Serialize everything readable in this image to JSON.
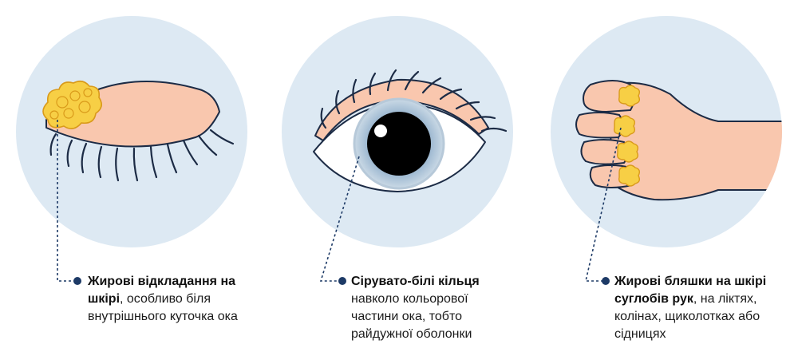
{
  "colors": {
    "circle_bg": "#dde9f3",
    "skin": "#f9c7ae",
    "outline": "#1c2b45",
    "deposit": "#f7cf45",
    "deposit_outline": "#d99a1a",
    "leader": "#1d3a66",
    "iris_ring": "#c9d8e5",
    "pupil": "#000000",
    "text": "#1b1b1b"
  },
  "panels": [
    {
      "icon": "eyelid-xanthelasma-icon",
      "bold": "Жирові відкладання на шкірі",
      "rest": ", особливо біля внутрішнього куточка ока"
    },
    {
      "icon": "eye-corneal-arcus-icon",
      "bold": "Сірувато-білі кільця",
      "rest": " навколо кольорової частини ока, тобто райдужної оболонки"
    },
    {
      "icon": "hand-xanthoma-icon",
      "bold": "Жирові бляшки на шкірі суглобів рук",
      "rest": ", на ліктях, колінах, щиколотках або сідницях"
    }
  ]
}
